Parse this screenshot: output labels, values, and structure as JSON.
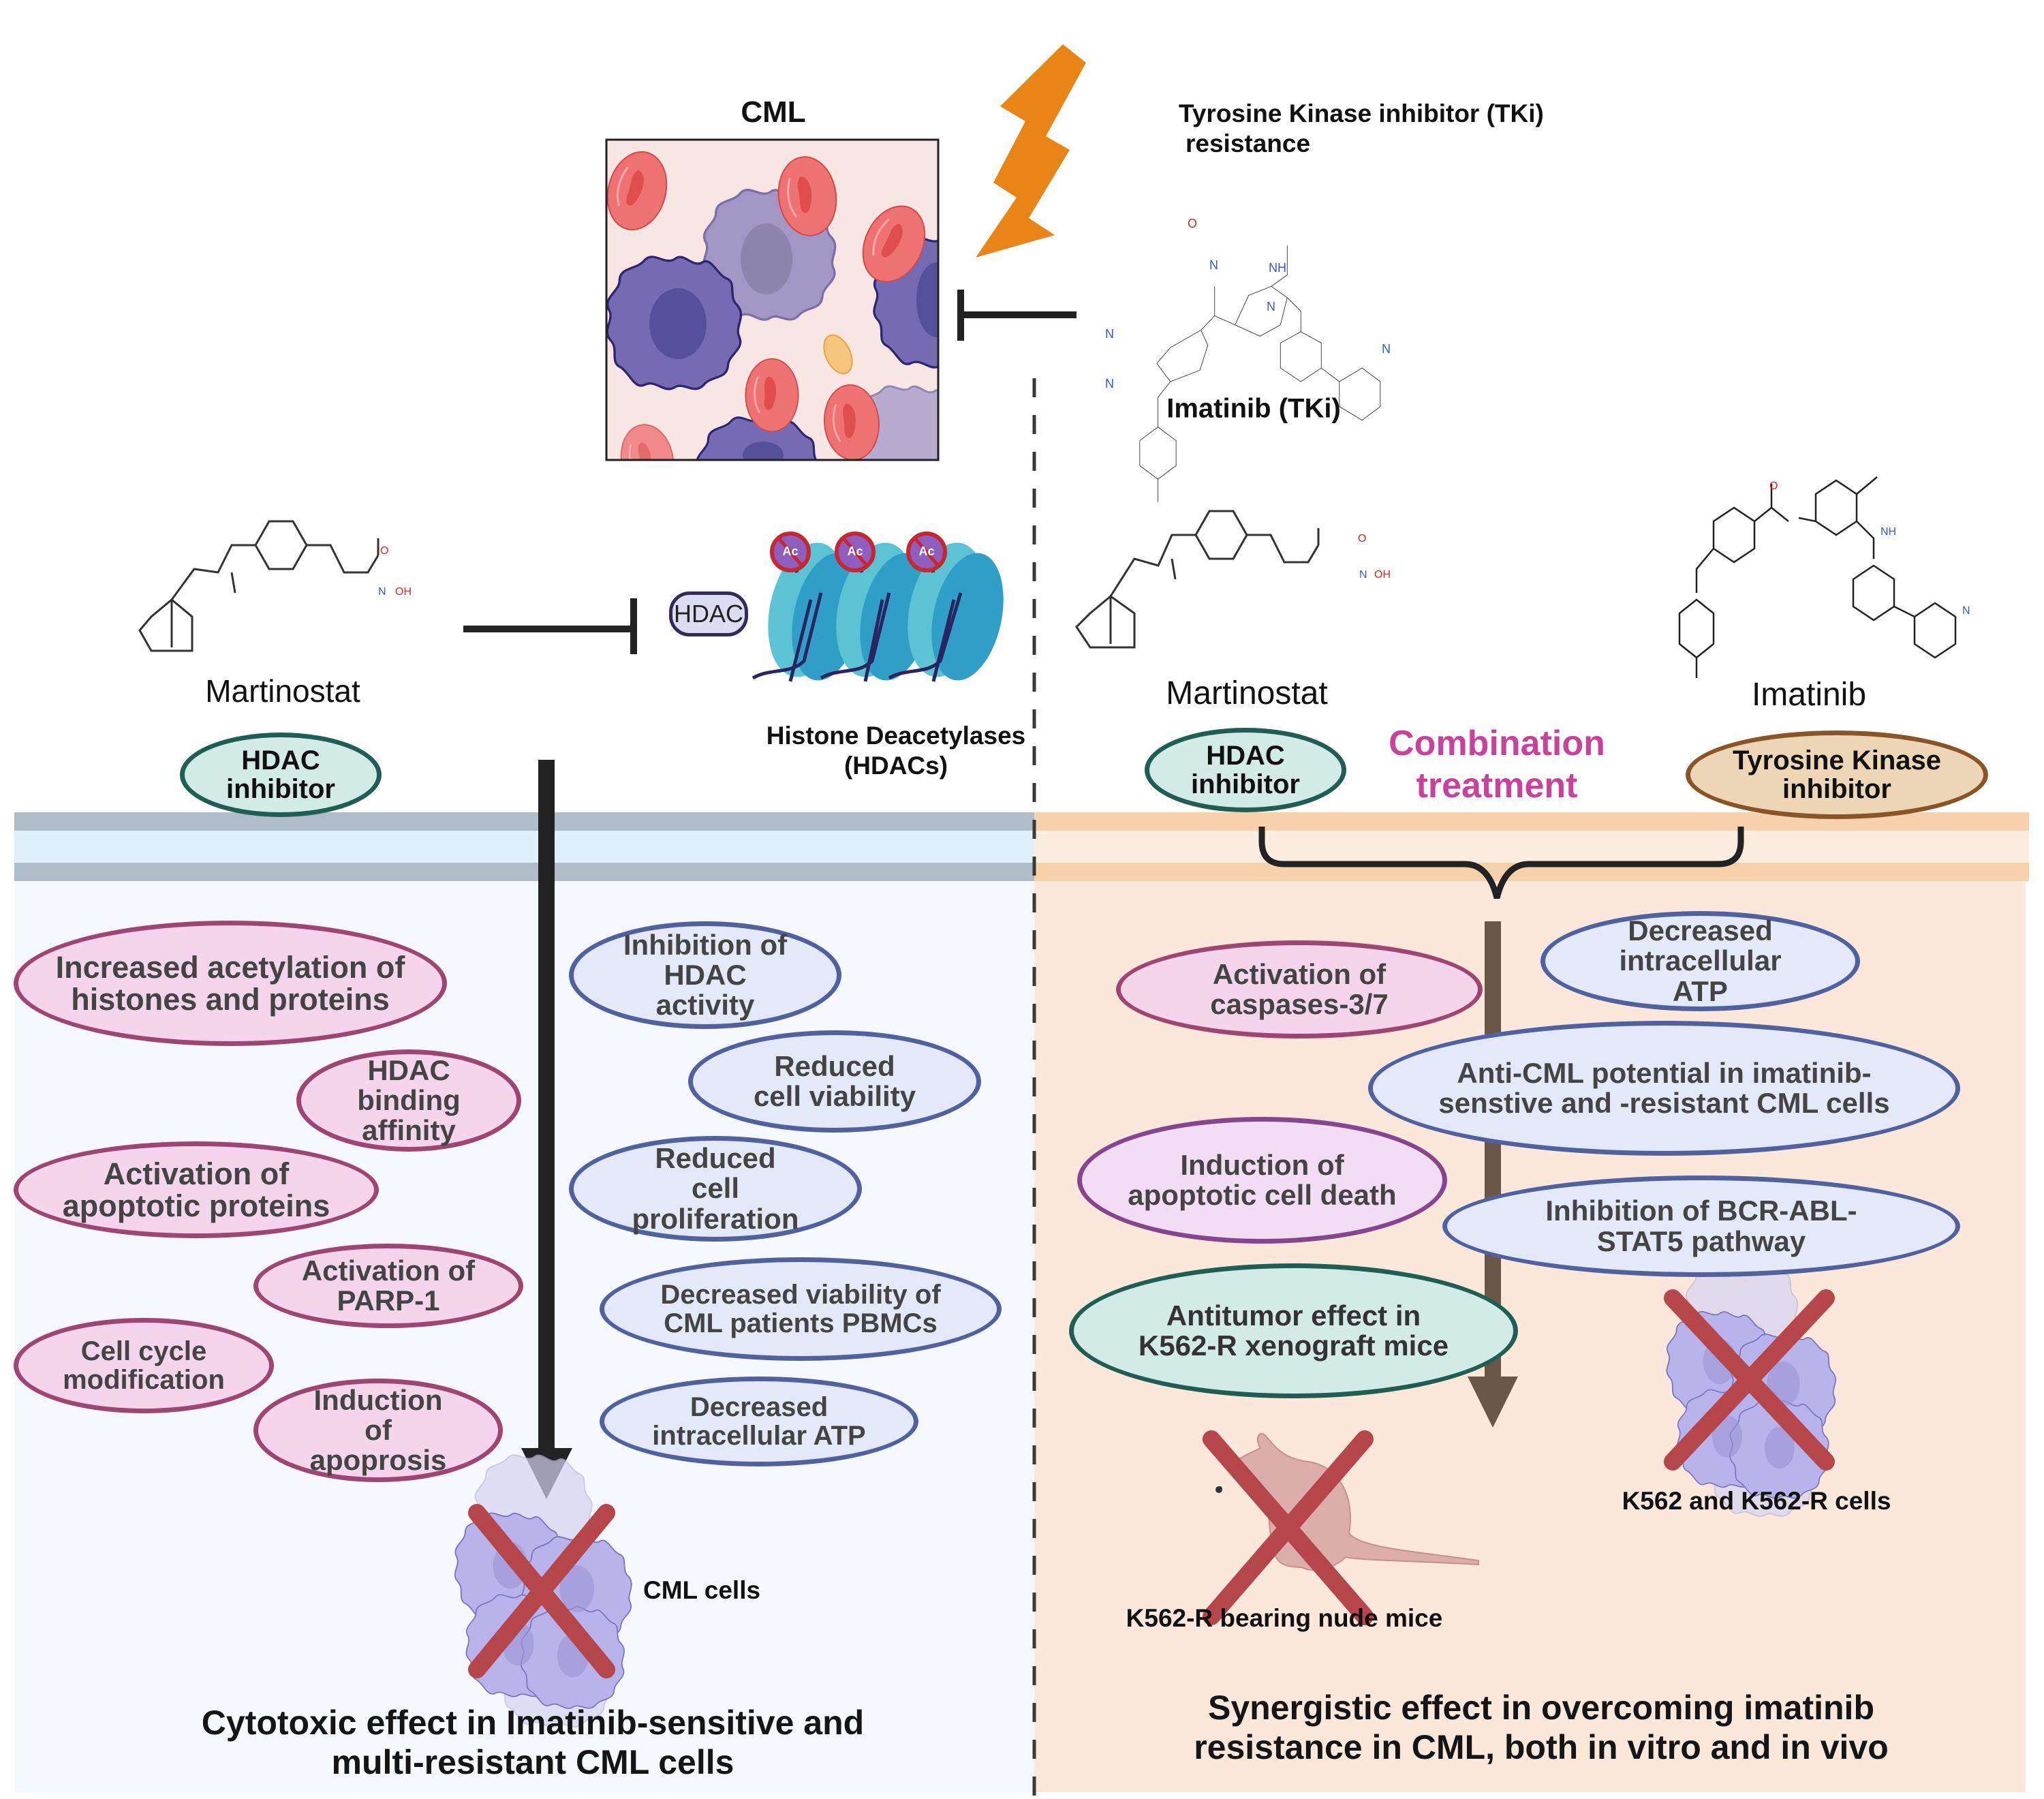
{
  "top": {
    "cml_title": "CML",
    "resistance_label_line1": "Tyrosine Kinase inhibitor (TKi)",
    "resistance_label_line2": "resistance",
    "imatinib_tki_label": "Imatinib (TKi)"
  },
  "left": {
    "drug_name": "Martinostat",
    "drug_class": "HDAC inhibitor",
    "target_pill": "HDAC",
    "target_label_line1": "Histone Deacetylases",
    "target_label_line2": "(HDACs)",
    "acetyl_badge": "Ac",
    "effects_pink": [
      "Increased acetylation of histones and proteins",
      "HDAC binding affinity",
      "Activation of apoptotic proteins",
      "Activation of PARP-1",
      "Cell cycle modification",
      "Induction of apoprosis"
    ],
    "effects_blue": [
      "Inhibition of HDAC activity",
      "Reduced cell viability",
      "Reduced cell proliferation",
      "Decreased viability of CML patients PBMCs",
      "Decreased intracellular ATP"
    ],
    "cells_label": "CML cells",
    "conclusion_line1": "Cytotoxic effect in Imatinib-sensitive and",
    "conclusion_line2": "multi-resistant CML cells"
  },
  "right": {
    "drug1_name": "Martinostat",
    "drug1_class": "HDAC inhibitor",
    "drug2_name": "Imatinib",
    "drug2_class": "Tyrosine Kinase inhibitor",
    "combination_line1": "Combination",
    "combination_line2": "treatment",
    "effects": {
      "caspases": "Activation of caspases-3/7",
      "atp": "Decreased intracellular ATP",
      "anti_cml": "Anti-CML potential in imatinib- senstive and -resistant CML cells",
      "apoptotic_death": "Induction of apoptotic cell death",
      "bcr_abl": "Inhibition of BCR-ABL-STAT5 pathway",
      "antitumor": "Antitumor effect in K562-R xenograft mice"
    },
    "mice_label": "K562-R bearing nude mice",
    "cells_label": "K562 and K562-R cells",
    "conclusion_line1": "Synergistic effect in overcoming imatinib",
    "conclusion_line2": "resistance in CML,  both in vitro and in vivo"
  },
  "colors": {
    "pink_fill": "#f5d5ec",
    "pink_stroke": "#9e4572",
    "blue_fill": "#e3e9f9",
    "blue_stroke": "#4f619f",
    "teal_fill": "#d3ebe6",
    "teal_stroke": "#1f5e52",
    "tan_fill": "#ecd6b5",
    "tan_stroke": "#8a5426",
    "combination_text": "#c8419a",
    "lightning": "#e98417",
    "cross": "#b5474a",
    "brown_arrow": "#6b5748"
  },
  "atoms": {
    "O": "O",
    "N": "N",
    "NH": "NH",
    "H": "H",
    "OH": "OH"
  }
}
